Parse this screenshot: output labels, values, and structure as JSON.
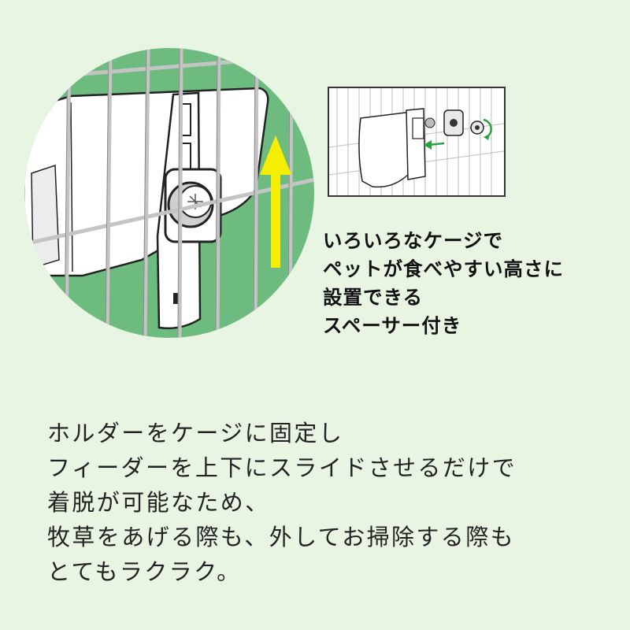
{
  "feature_caption": [
    "いろいろなケージで",
    "ペットが食べやすい高さに",
    "設置できる",
    "スペーサー付き"
  ],
  "description": [
    "ホルダーをケージに固定し",
    "フィーダーを上下にスライドさせるだけで",
    "着脱が可能なため、",
    "牧草をあげる際も、外してお掃除する際も",
    "とてもラクラク。"
  ],
  "colors": {
    "background": "#e8f5e3",
    "circle_green": "#6dbb7f",
    "arrow_yellow": "#f5ee00",
    "inset_arrow_green": "#2ea043"
  },
  "icons": [
    "up-arrow-icon",
    "insert-arrow-icon",
    "rotate-arrow-icon"
  ]
}
